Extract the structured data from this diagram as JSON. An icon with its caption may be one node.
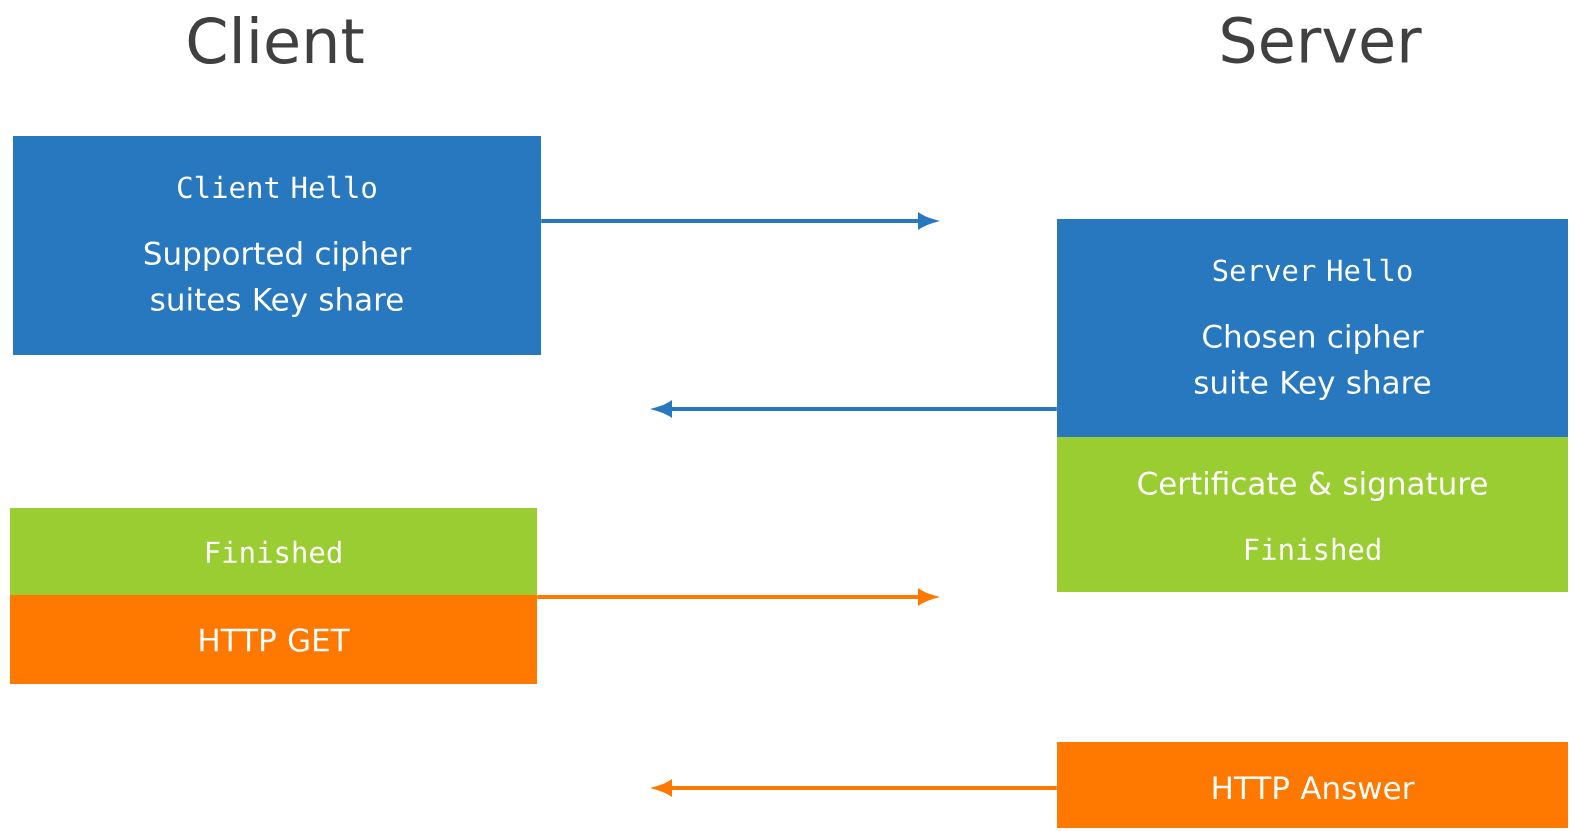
{
  "diagram": {
    "nodes": [
      {
        "text": [
          "Client Hello",
          "Supported cipher suites Key share"
        ]
      },
      {
        "text": [
          "Server Hello",
          "Chosen cipher suite Key share"
        ]
      },
      {
        "text": [
          "Certificate & signature",
          "Finished"
        ]
      },
      {
        "text": [
          "Finished"
        ]
      },
      {
        "text": [
          "HTTP GET"
        ]
      },
      {
        "text": [
          "HTTP Answer"
        ]
      }
    ],
    "edges": [
      {
        "from": 0,
        "to": null,
        "arrow": "to",
        "color": "#2878c0"
      },
      {
        "from": 1,
        "to": null,
        "arrow": "to",
        "color": "#2878c0"
      },
      {
        "from": 4,
        "to": null,
        "arrow": "to",
        "color": "#ff7800"
      },
      {
        "from": 5,
        "to": null,
        "arrow": "to",
        "color": "#ff7800"
      }
    ],
    "labels": [
      "Client",
      "Server"
    ]
  }
}
